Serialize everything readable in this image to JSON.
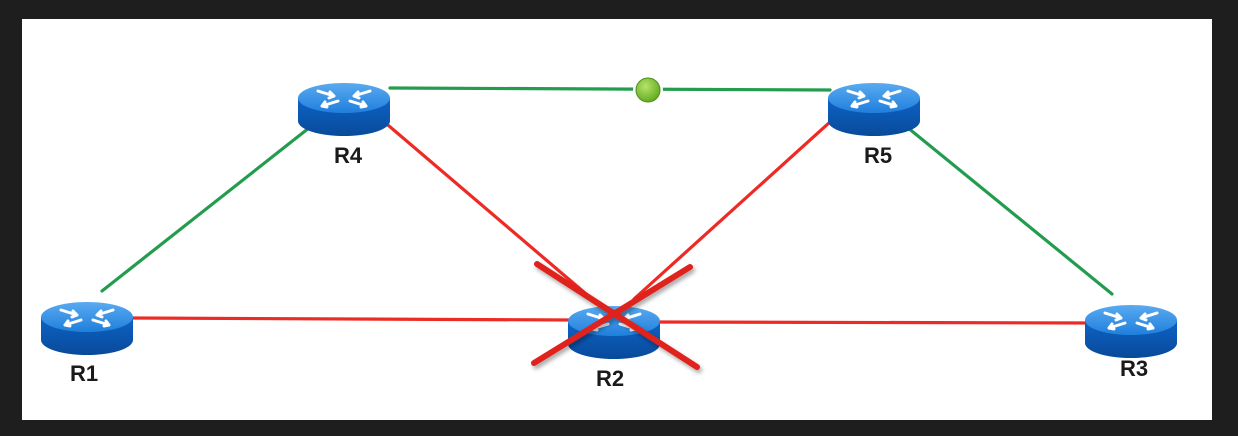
{
  "colors": {
    "link_ok": "#239c4e",
    "link_failed": "#ee2a24",
    "router_top": "#2f8fe6",
    "router_side": "#0a5fc2",
    "router_arrow": "#ffffff",
    "failure_x": "#e0201b",
    "indicator": "#7cc12a"
  },
  "routers": [
    {
      "id": "R1",
      "label": "R1",
      "icon": "router-icon"
    },
    {
      "id": "R4",
      "label": "R4",
      "icon": "router-icon"
    },
    {
      "id": "R5",
      "label": "R5",
      "icon": "router-icon"
    },
    {
      "id": "R2",
      "label": "R2",
      "icon": "router-icon",
      "failed": true
    },
    {
      "id": "R3",
      "label": "R3",
      "icon": "router-icon"
    }
  ],
  "links": [
    {
      "from": "R1",
      "to": "R4",
      "status": "ok"
    },
    {
      "from": "R4",
      "to": "R5",
      "status": "ok"
    },
    {
      "from": "R5",
      "to": "R3",
      "status": "ok"
    },
    {
      "from": "R1",
      "to": "R2",
      "status": "failed"
    },
    {
      "from": "R4",
      "to": "R2",
      "status": "failed"
    },
    {
      "from": "R5",
      "to": "R2",
      "status": "failed"
    },
    {
      "from": "R2",
      "to": "R3",
      "status": "failed"
    }
  ],
  "indicator": {
    "icon": "status-dot-icon",
    "on_link": "R4-R5"
  },
  "failure_marker": {
    "icon": "x-mark-icon",
    "on_router": "R2"
  }
}
